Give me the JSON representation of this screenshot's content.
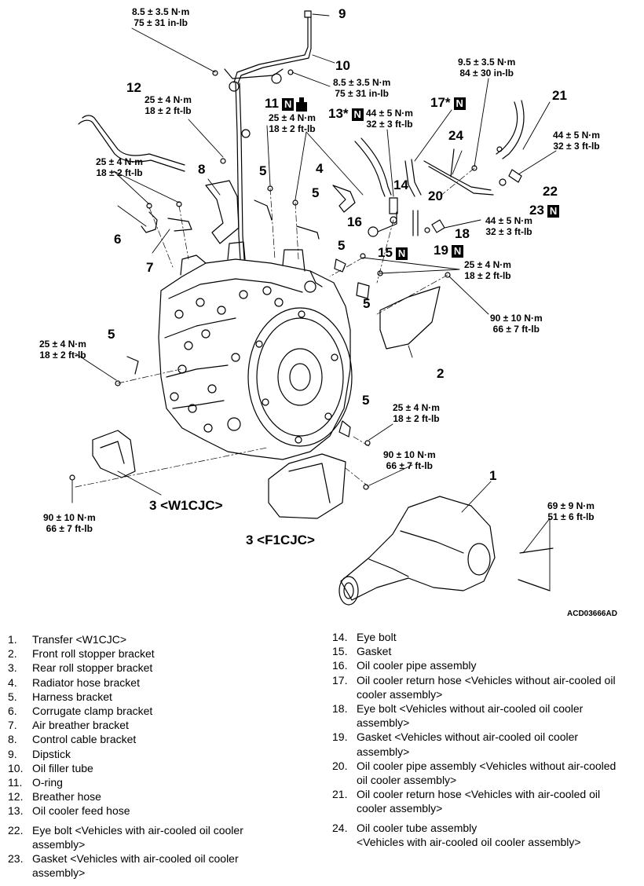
{
  "figure_code": "ACD03666AD",
  "callouts": {
    "c1": "1",
    "c2": "2",
    "c3a": "3 <W1CJC>",
    "c3b": "3 <F1CJC>",
    "c4": "4",
    "c5a": "5",
    "c5b": "5",
    "c5c": "5",
    "c5d": "5",
    "c5e": "5",
    "c5f": "5",
    "c6": "6",
    "c7": "7",
    "c8": "8",
    "c9": "9",
    "c10": "10",
    "c11": "11",
    "c12": "12",
    "c13": "13*",
    "c14": "14",
    "c15": "15",
    "c16": "16",
    "c17": "17*",
    "c18": "18",
    "c19": "19",
    "c20": "20",
    "c21": "21",
    "c22": "22",
    "c23": "23",
    "c24": "24",
    "n_mark": "N"
  },
  "torques": {
    "t1": [
      "8.5 ± 3.5 N·m",
      "75 ± 31 in-lb"
    ],
    "t2": [
      "8.5 ± 3.5 N·m",
      "75 ± 31 in-lb"
    ],
    "t3": [
      "25 ± 4 N·m",
      "18 ± 2 ft-lb"
    ],
    "t4": [
      "25 ± 4 N·m",
      "18 ± 2 ft-lb"
    ],
    "t5": [
      "25 ± 4 N·m",
      "18 ± 2 ft-lb"
    ],
    "t6": [
      "44 ± 5 N·m",
      "32 ± 3 ft-lb"
    ],
    "t7": [
      "9.5 ± 3.5 N·m",
      "84 ± 30 in-lb"
    ],
    "t8": [
      "44 ± 5 N·m",
      "32 ± 3 ft-lb"
    ],
    "t9": [
      "44 ± 5 N·m",
      "32 ± 3 ft-lb"
    ],
    "t10": [
      "25 ± 4 N·m",
      "18 ± 2 ft-lb"
    ],
    "t11": [
      "90 ± 10 N·m",
      "66 ± 7 ft-lb"
    ],
    "t12": [
      "25 ± 4 N·m",
      "18 ± 2 ft-lb"
    ],
    "t13": [
      "25 ± 4 N·m",
      "18 ± 2 ft-lb"
    ],
    "t14": [
      "90 ± 10 N·m",
      "66 ± 7 ft-lb"
    ],
    "t15": [
      "90 ± 10 N·m",
      "66 ± 7 ft-lb"
    ],
    "t16": [
      "69 ± 9 N·m",
      "51 ± 6 ft-lb"
    ]
  },
  "legend_left": [
    {
      "n": "1.",
      "lines": [
        "Transfer <W1CJC>"
      ]
    },
    {
      "n": "2.",
      "lines": [
        "Front roll stopper bracket"
      ]
    },
    {
      "n": "3.",
      "lines": [
        "Rear roll stopper bracket"
      ]
    },
    {
      "n": "4.",
      "lines": [
        "Radiator hose bracket"
      ]
    },
    {
      "n": "5.",
      "lines": [
        "Harness bracket"
      ]
    },
    {
      "n": "6.",
      "lines": [
        "Corrugate clamp bracket"
      ]
    },
    {
      "n": "7.",
      "lines": [
        "Air breather bracket"
      ]
    },
    {
      "n": "8.",
      "lines": [
        "Control cable bracket"
      ]
    },
    {
      "n": "9.",
      "lines": [
        "Dipstick"
      ]
    },
    {
      "n": "10.",
      "lines": [
        "Oil filler tube"
      ]
    },
    {
      "n": "11.",
      "lines": [
        "O-ring"
      ]
    },
    {
      "n": "12.",
      "lines": [
        "Breather hose"
      ]
    },
    {
      "n": "13.",
      "lines": [
        "Oil cooler feed hose"
      ]
    },
    {
      "n": "22.",
      "lines": [
        "Eye bolt <Vehicles with air-cooled oil cooler",
        "assembly>"
      ]
    },
    {
      "n": "23.",
      "lines": [
        "Gasket <Vehicles with air-cooled oil cooler",
        "assembly>"
      ]
    }
  ],
  "legend_right": [
    {
      "n": "14.",
      "lines": [
        "Eye bolt"
      ]
    },
    {
      "n": "15.",
      "lines": [
        "Gasket"
      ]
    },
    {
      "n": "16.",
      "lines": [
        "Oil cooler pipe assembly"
      ]
    },
    {
      "n": "17.",
      "lines": [
        "Oil cooler return hose <Vehicles without air-cooled oil",
        "cooler assembly>"
      ]
    },
    {
      "n": "18.",
      "lines": [
        "Eye bolt <Vehicles without air-cooled oil cooler",
        "assembly>"
      ]
    },
    {
      "n": "19.",
      "lines": [
        "Gasket <Vehicles without air-cooled oil cooler",
        "assembly>"
      ]
    },
    {
      "n": "20.",
      "lines": [
        "Oil cooler pipe assembly <Vehicles without air-cooled",
        "oil cooler assembly>"
      ]
    },
    {
      "n": "21.",
      "lines": [
        "Oil cooler return hose <Vehicles with air-cooled oil",
        "cooler assembly>"
      ]
    },
    {
      "n": "24.",
      "lines": [
        "Oil cooler tube assembly",
        "<Vehicles with air-cooled oil cooler assembly>"
      ]
    }
  ]
}
